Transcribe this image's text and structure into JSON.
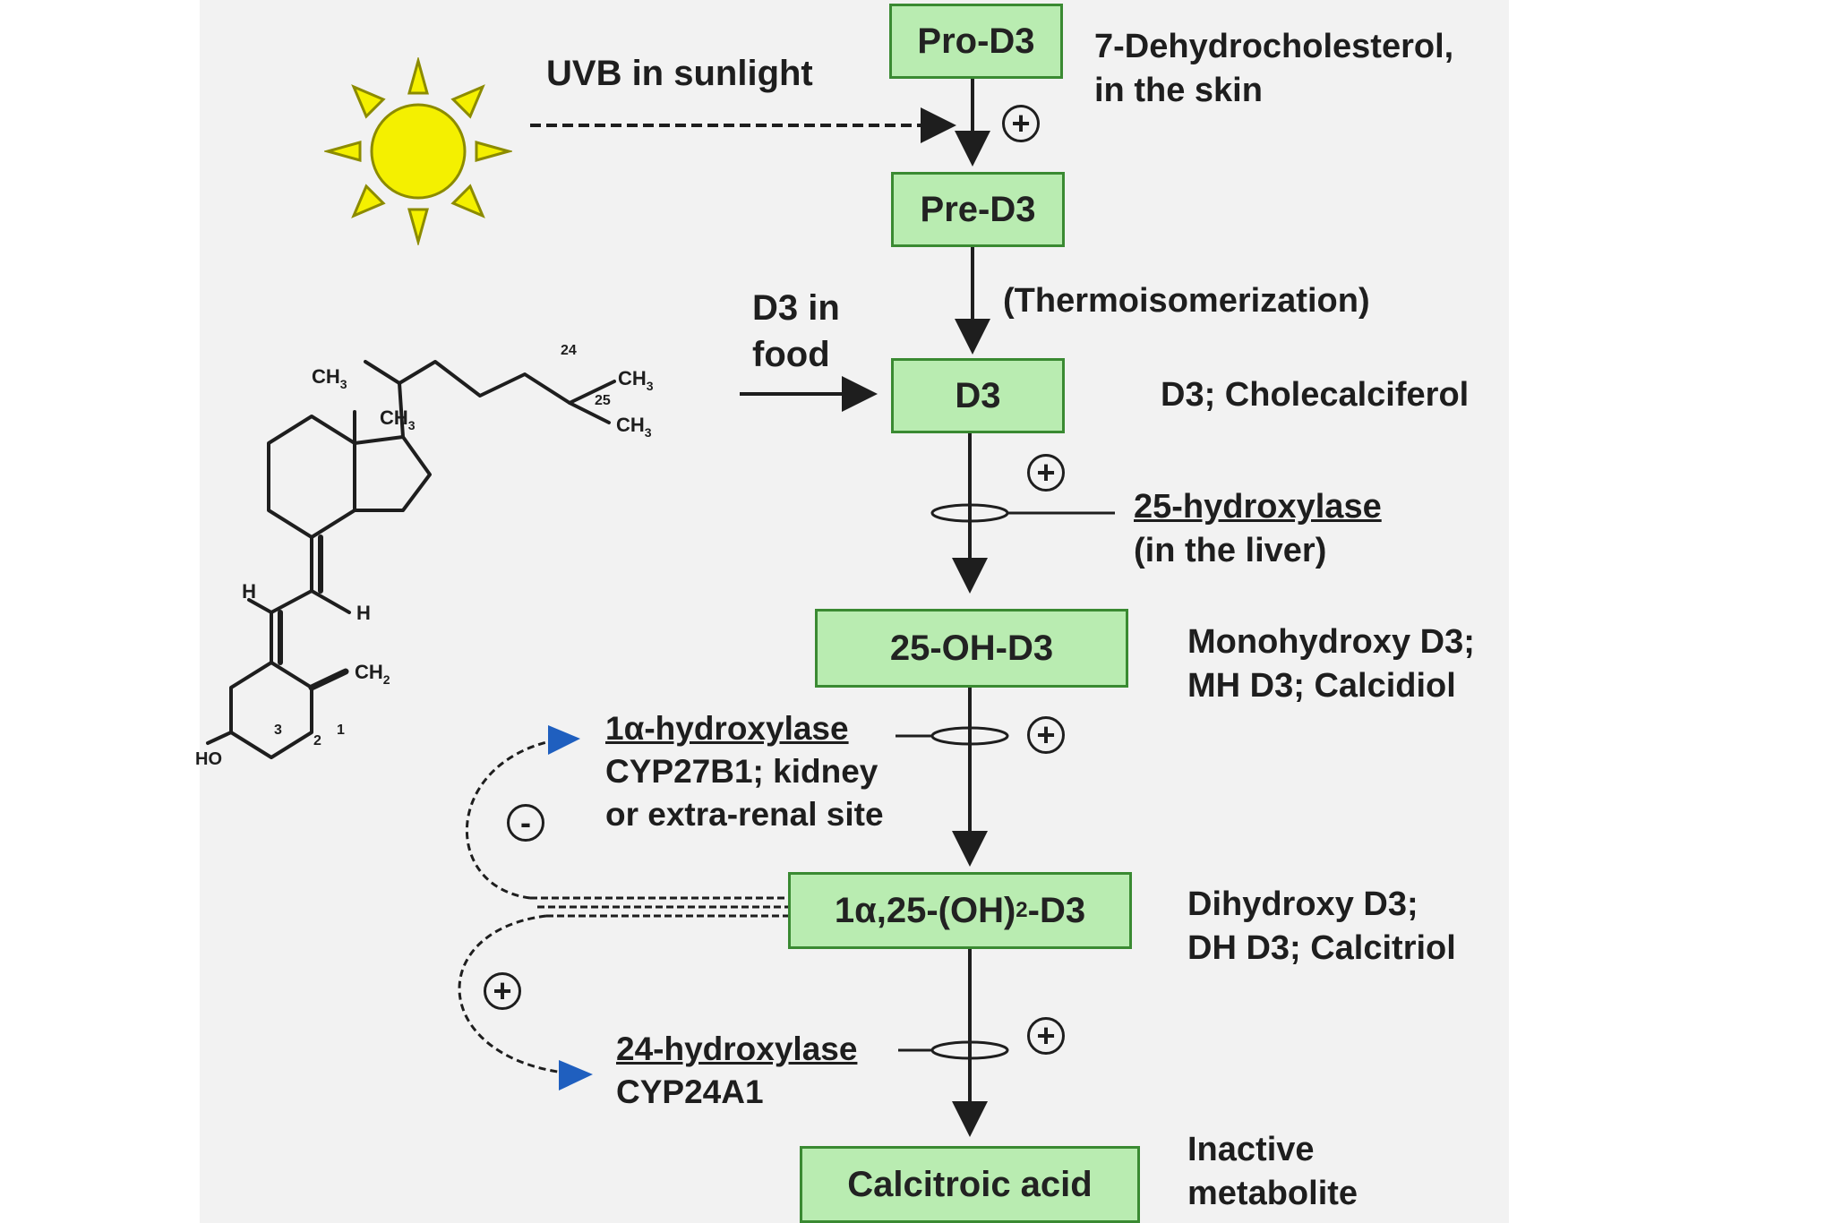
{
  "diagram": {
    "colors": {
      "box_fill": "#b9ecb1",
      "box_border": "#3a8a32",
      "sun": "#f4f000",
      "feedback_arrow": "#1f5fbf",
      "text": "#1e1e1e"
    },
    "sun_icon": "sun-icon",
    "inputs": {
      "uvb": "UVB in sunlight",
      "food_line1": "D3 in",
      "food_line2": "food"
    },
    "compounds": {
      "pro_d3": {
        "label": "Pro-D3",
        "desc_line1": "7-Dehydrocholesterol,",
        "desc_line2": "in the skin"
      },
      "pre_d3": {
        "label": "Pre-D3"
      },
      "d3": {
        "label": "D3",
        "desc_line1": "D3; Cholecalciferol"
      },
      "oh25_d3": {
        "label": "25-OH-D3",
        "desc_line1": "Monohydroxy D3;",
        "desc_line2": "MH D3;  Calcidiol"
      },
      "dihydroxy": {
        "label_prefix": "1α,25-(OH)",
        "label_sub": "2",
        "label_suffix": "-D3",
        "desc_line1": "Dihydroxy D3;",
        "desc_line2": "DH D3;  Calcitriol"
      },
      "calcitroic": {
        "label": "Calcitroic acid",
        "desc_line1": "Inactive",
        "desc_line2": "metabolite"
      }
    },
    "steps": {
      "thermo": "(Thermoisomerization)",
      "hydroxylase25_name": "25-hydroxylase",
      "hydroxylase25_site": "(in the liver)",
      "alpha1_name": "1α-hydroxylase",
      "alpha1_line2": "CYP27B1; kidney",
      "alpha1_line3": "or extra-renal site",
      "h24_name": "24-hydroxylase",
      "h24_line2": "CYP24A1"
    },
    "signs": {
      "plus": "+",
      "minus": "-"
    },
    "molecule": {
      "ch3_a": "CH",
      "ch3_a_sub": "3",
      "ch3_b": "CH",
      "ch3_b_sub": "3",
      "ch3_c": "CH",
      "ch3_c_sub": "3",
      "ch3_d": "CH",
      "ch3_d_sub": "3",
      "ch2": "CH",
      "ch2_sub": "2",
      "num24": "24",
      "num25": "25",
      "h_left": "H",
      "h_right": "H",
      "ho": "HO",
      "ring3": "3",
      "ring2": "2",
      "ring1": "1"
    }
  }
}
